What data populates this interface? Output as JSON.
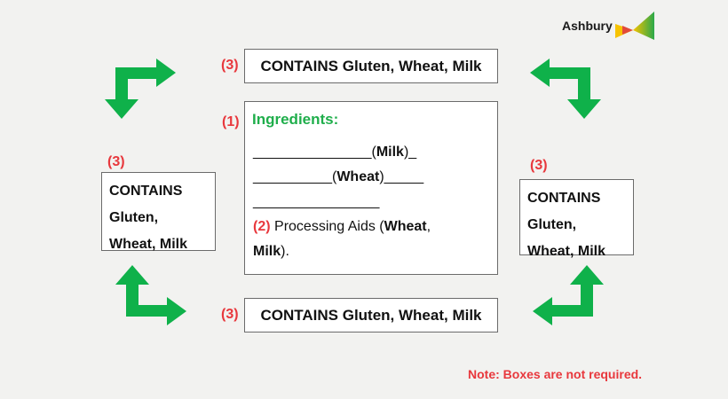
{
  "brand": {
    "name": "Ashbury",
    "logo_colors": [
      "#f7c300",
      "#2aa84a",
      "#e24a3b"
    ]
  },
  "center_box": {
    "marker": "(1)",
    "title": "Ingredients:",
    "line1_blank": "_______________",
    "line1_open": "(",
    "line1_allergen": "Milk",
    "line1_close": ")_",
    "line2_blank": "__________",
    "line2_open": "(",
    "line2_allergen": "Wheat",
    "line2_close": ")_____",
    "line3_blank": "________________",
    "aid_marker": "(2)",
    "aid_text": "Processing Aids (",
    "aid_allergen1": "Wheat",
    "aid_sep": ",",
    "aid_allergen2": "Milk",
    "aid_end": ")."
  },
  "top_statement": {
    "marker": "(3)",
    "text": "CONTAINS Gluten, Wheat, Milk"
  },
  "bottom_statement": {
    "marker": "(3)",
    "text": "CONTAINS Gluten, Wheat, Milk"
  },
  "left_statement": {
    "marker": "(3)",
    "lines": [
      "CONTAINS",
      "Gluten,",
      "Wheat, Milk"
    ]
  },
  "right_statement": {
    "marker": "(3)",
    "lines": [
      "CONTAINS",
      "Gluten,",
      "Wheat, Milk"
    ]
  },
  "note": "Note: Boxes are not required.",
  "colors": {
    "arrow": "#0fb14a",
    "marker": "#e8383d",
    "title": "#1fae4b"
  }
}
